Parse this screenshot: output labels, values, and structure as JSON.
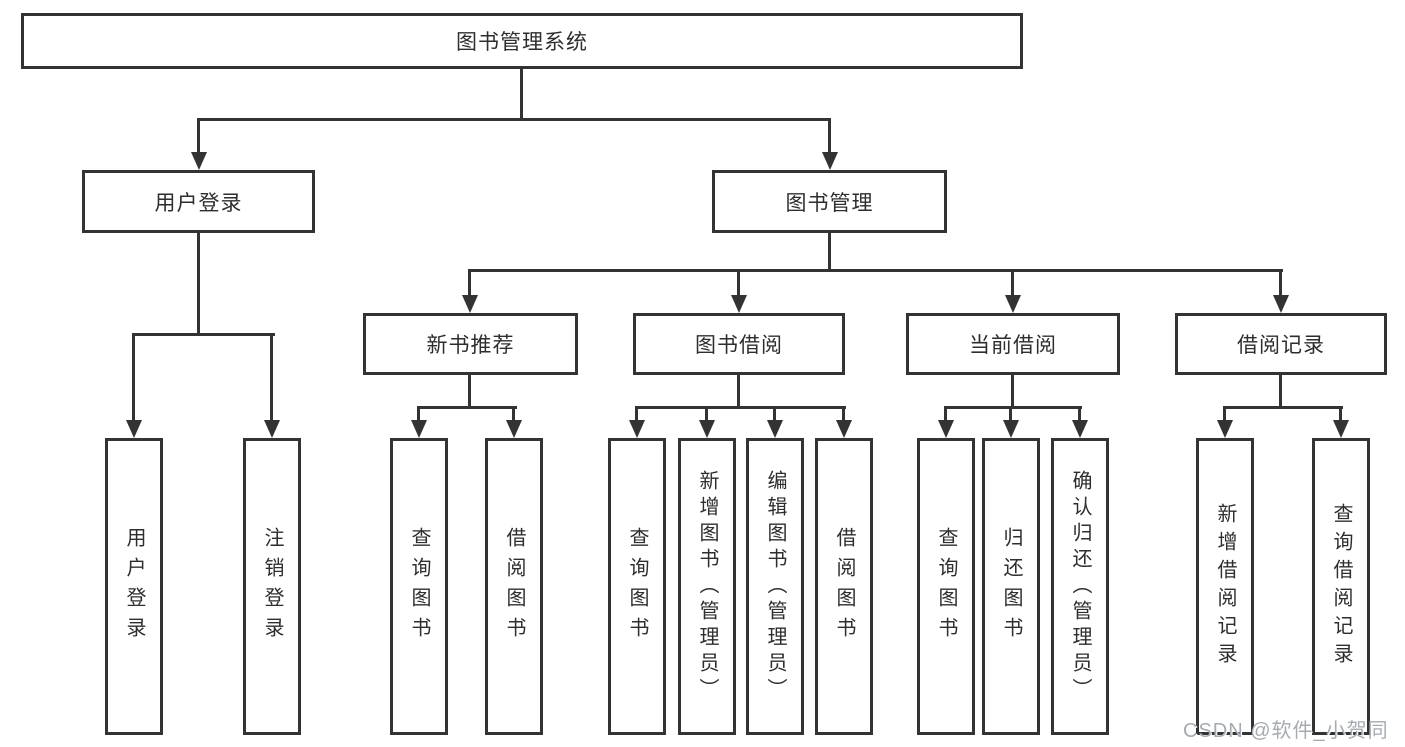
{
  "title": "图书管理系统",
  "watermark": "CSDN @软件_小贺同学",
  "colors": {
    "line": "#333333",
    "text": "#2e2e2e",
    "background": "#ffffff",
    "watermark": "#a6abb2"
  },
  "tree": {
    "root": {
      "label": "图书管理系统"
    },
    "branches": [
      {
        "label": "用户登录",
        "children": [
          "用户登录",
          "注销登录"
        ]
      },
      {
        "label": "图书管理",
        "children": [
          {
            "label": "新书推荐",
            "children": [
              "查询图书",
              "借阅图书"
            ]
          },
          {
            "label": "图书借阅",
            "children": [
              "查询图书",
              "新增图书（管理员）",
              "编辑图书（管理员）",
              "借阅图书"
            ]
          },
          {
            "label": "当前借阅",
            "children": [
              "查询图书",
              "归还图书",
              "确认归还（管理员）"
            ]
          },
          {
            "label": "借阅记录",
            "children": [
              "新增借阅记录",
              "查询借阅记录"
            ]
          }
        ]
      }
    ]
  }
}
